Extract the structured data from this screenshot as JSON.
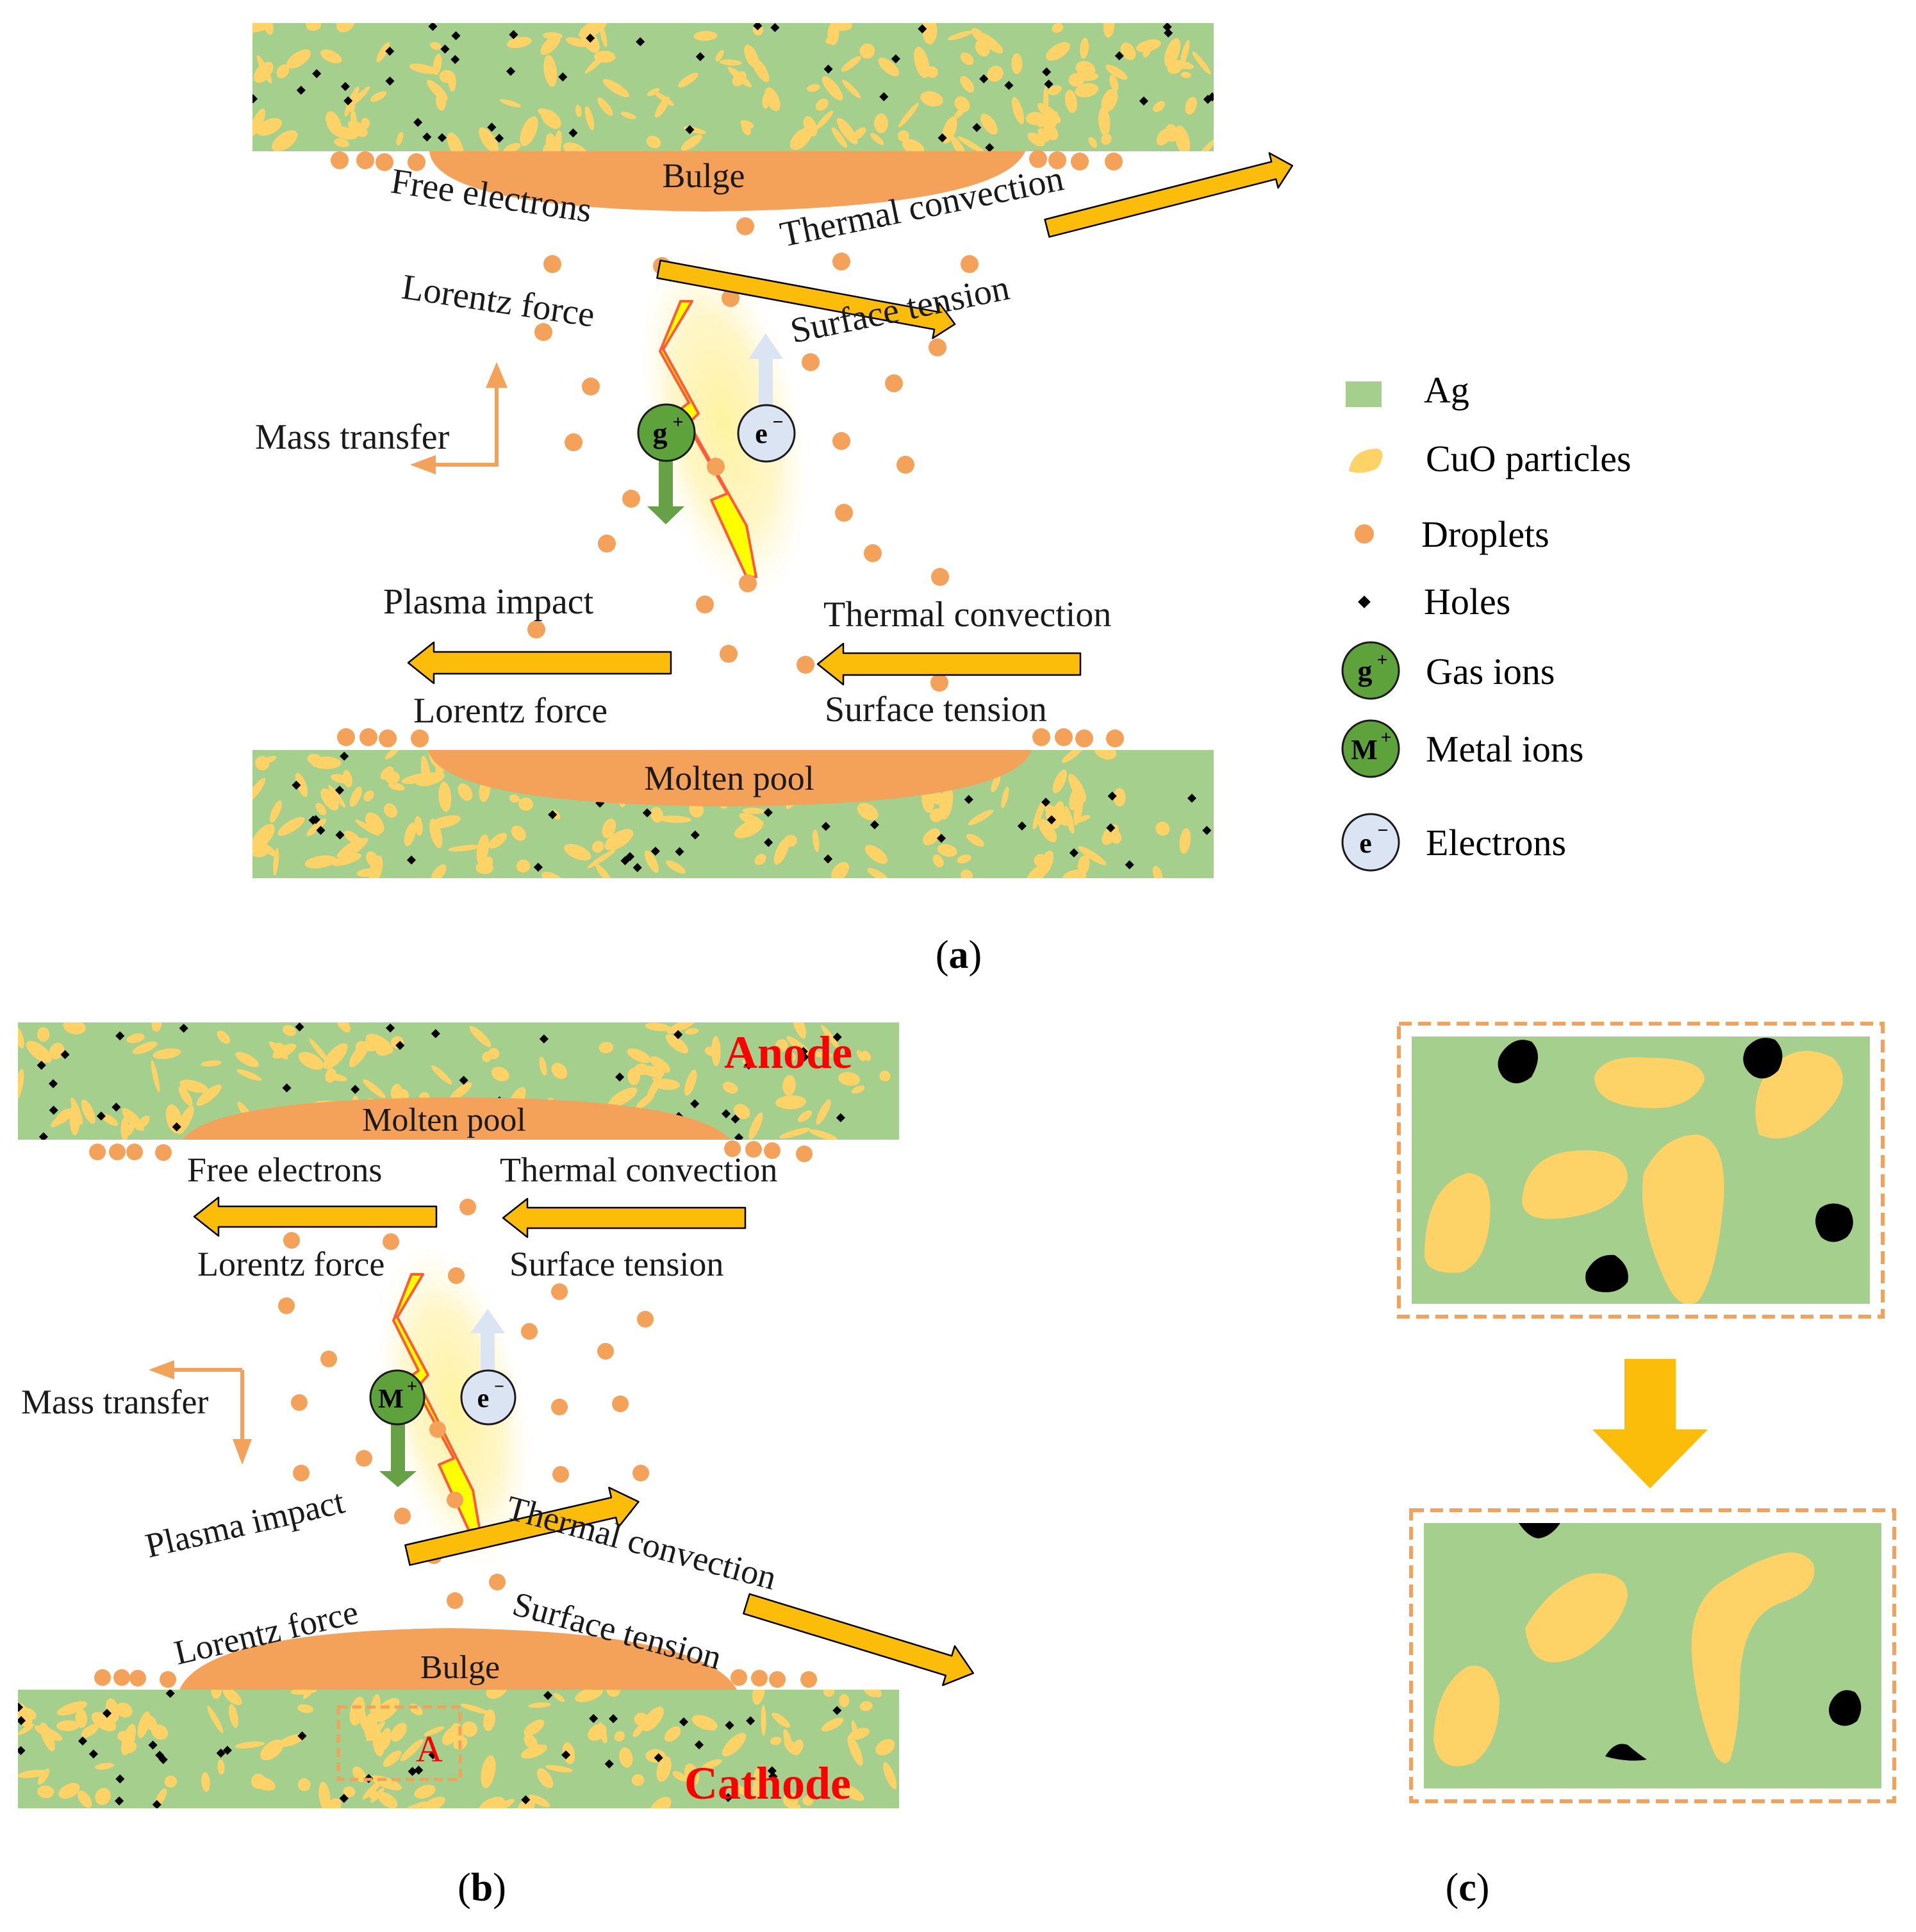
{
  "panel_a": {
    "top_label": "Bulge",
    "bottom_label": "Molten pool",
    "free_electrons": "Free electrons",
    "lorentz_top": "Lorentz force",
    "thermal_top": "Thermal convection",
    "surface_top": "Surface tension",
    "mass_transfer": "Mass transfer",
    "plasma_impact": "Plasma impact",
    "lorentz_bottom": "Lorentz force",
    "thermal_bottom": "Thermal convection",
    "surface_bottom": "Surface tension",
    "ion_label": "g",
    "ion_sup": "+",
    "electron_label": "e",
    "electron_sup": "−",
    "caption_letter": "a"
  },
  "panel_b": {
    "anode": "Anode",
    "cathode": "Cathode",
    "top_label": "Molten pool",
    "bottom_label": "Bulge",
    "free_electrons": "Free electrons",
    "lorentz_top": "Lorentz force",
    "thermal_top": "Thermal convection",
    "surface_top": "Surface tension",
    "mass_transfer": "Mass transfer",
    "plasma_impact": "Plasma impact",
    "lorentz_bottom": "Lorentz force",
    "thermal_bottom": "Thermal convection",
    "surface_bottom": "Surface tension",
    "ion_label": "M",
    "ion_sup": "+",
    "electron_label": "e",
    "electron_sup": "−",
    "region_label": "A",
    "caption_letter": "b"
  },
  "panel_c": {
    "caption_letter": "c"
  },
  "legend": {
    "ag": "Ag",
    "cuo": "CuO particles",
    "droplets": "Droplets",
    "holes": "Holes",
    "gas_ions": "Gas ions",
    "metal_ions": "Metal ions",
    "electrons": "Electrons",
    "g_symbol": "g",
    "m_symbol": "M",
    "e_symbol": "e",
    "plus": "+",
    "minus": "−"
  },
  "colors": {
    "ag": "#a5cf8c",
    "cuo": "#fdd267",
    "droplet": "#f4a15a",
    "molten": "#f4a15a",
    "arrow": "#fbbc0a",
    "hole": "#000000",
    "ion": "#5ea23c",
    "ion_arrow": "#66a245",
    "electron": "#dbe4f3",
    "mass_arrow": "#f4a15a",
    "electrode_label": "#ff0000",
    "bolt": "#ffff00",
    "bolt_edge": "#ff4040",
    "glow": "#ffe99a"
  }
}
